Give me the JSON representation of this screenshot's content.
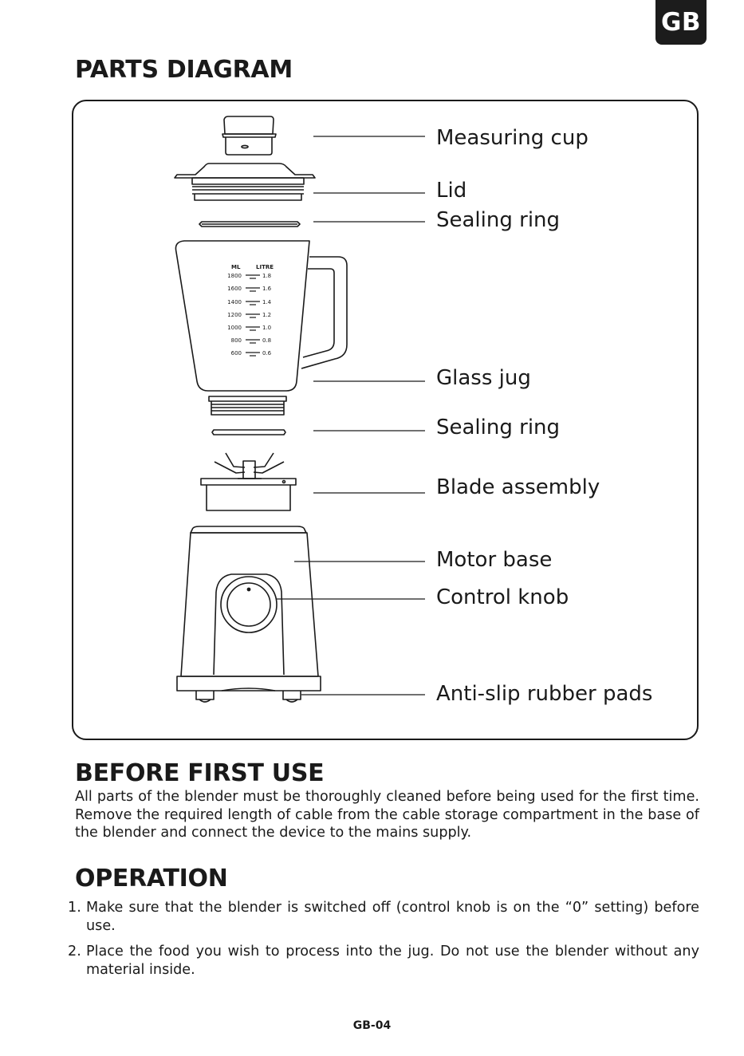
{
  "header": {
    "language_tab": "GB"
  },
  "parts_diagram": {
    "title": "PARTS DIAGRAM",
    "labels": [
      "Measuring cup",
      "Lid",
      "Sealing ring",
      "Glass jug",
      "Sealing ring",
      "Blade assembly",
      "Motor base",
      "Control knob",
      "Anti-slip rubber pads"
    ],
    "jug_scale": {
      "ml_header": "ML",
      "litre_header": "LITRE",
      "ml": [
        "1800",
        "1600",
        "1400",
        "1200",
        "1000",
        "800",
        "600"
      ],
      "litre": [
        "1.8",
        "1.6",
        "1.4",
        "1.2",
        "1.0",
        "0.8",
        "0.6"
      ]
    }
  },
  "before_first_use": {
    "title": "BEFORE FIRST USE",
    "text": "All parts of the blender must be thoroughly cleaned before being used for the first time. Remove the required length of cable from the cable storage compartment in the base of the blender and connect the device to the mains supply."
  },
  "operation": {
    "title": "OPERATION",
    "items": [
      {
        "num": "1.",
        "text": "Make sure that the blender is switched off (control knob is on the “0” setting) before use."
      },
      {
        "num": "2.",
        "text": "Place the food you wish to process into the jug. Do not use the blender without any material inside."
      }
    ]
  },
  "footer": {
    "page_number": "GB-04"
  }
}
